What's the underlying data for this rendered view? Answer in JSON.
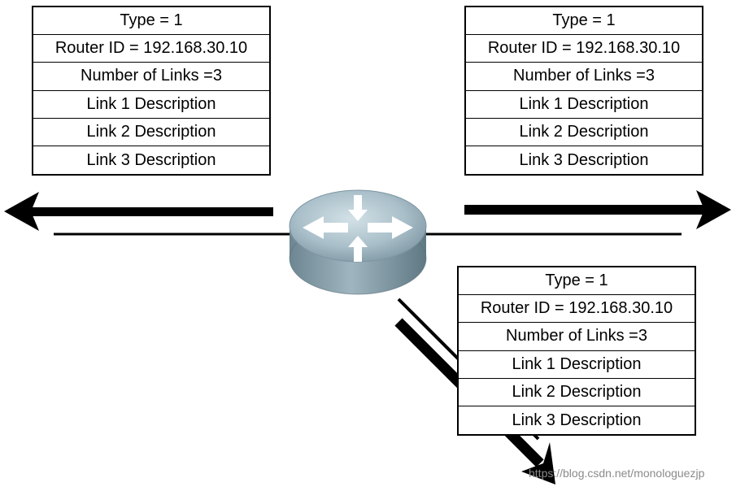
{
  "lsa_boxes": [
    {
      "type": "Type = 1",
      "router_id": "Router ID = 192.168.30.10",
      "num_links": "Number of Links =3",
      "link1": "Link 1 Description",
      "link2": "Link 2 Description",
      "link3": "Link 3 Description"
    },
    {
      "type": "Type = 1",
      "router_id": "Router ID = 192.168.30.10",
      "num_links": "Number of Links =3",
      "link1": "Link 1 Description",
      "link2": "Link 2 Description",
      "link3": "Link 3 Description"
    },
    {
      "type": "Type = 1",
      "router_id": "Router ID = 192.168.30.10",
      "num_links": "Number of Links =3",
      "link1": "Link 1 Description",
      "link2": "Link 2 Description",
      "link3": "Link 3 Description"
    }
  ],
  "router": {
    "icon": "router-icon",
    "body_color": "#8fa6b0",
    "top_color": "#b9cdd6"
  },
  "watermark": "https://blog.csdn.net/monologuezjp"
}
